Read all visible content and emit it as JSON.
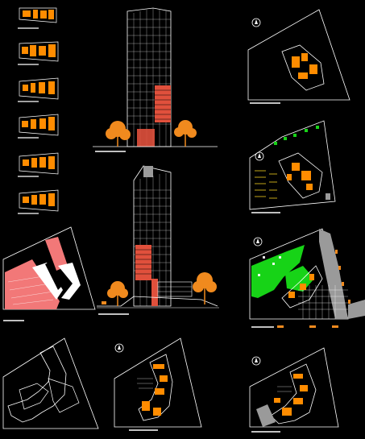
{
  "colors": {
    "background": "#000000",
    "line": "#ffffff",
    "furniture": "#ff8c00",
    "tower_red": "#e0503c",
    "pink_hatch": "#f27878",
    "landscape_green": "#17d317",
    "tree_orange": "#f08a1e",
    "structure_gray": "#9a9a9a",
    "label_yellow": "#f0d020"
  },
  "drawing_sheet": {
    "floor_plan_thumbnails": 6,
    "tower_elevations": 2,
    "site_plans": 4,
    "site_outlines": 2,
    "north_arrows": 5
  }
}
